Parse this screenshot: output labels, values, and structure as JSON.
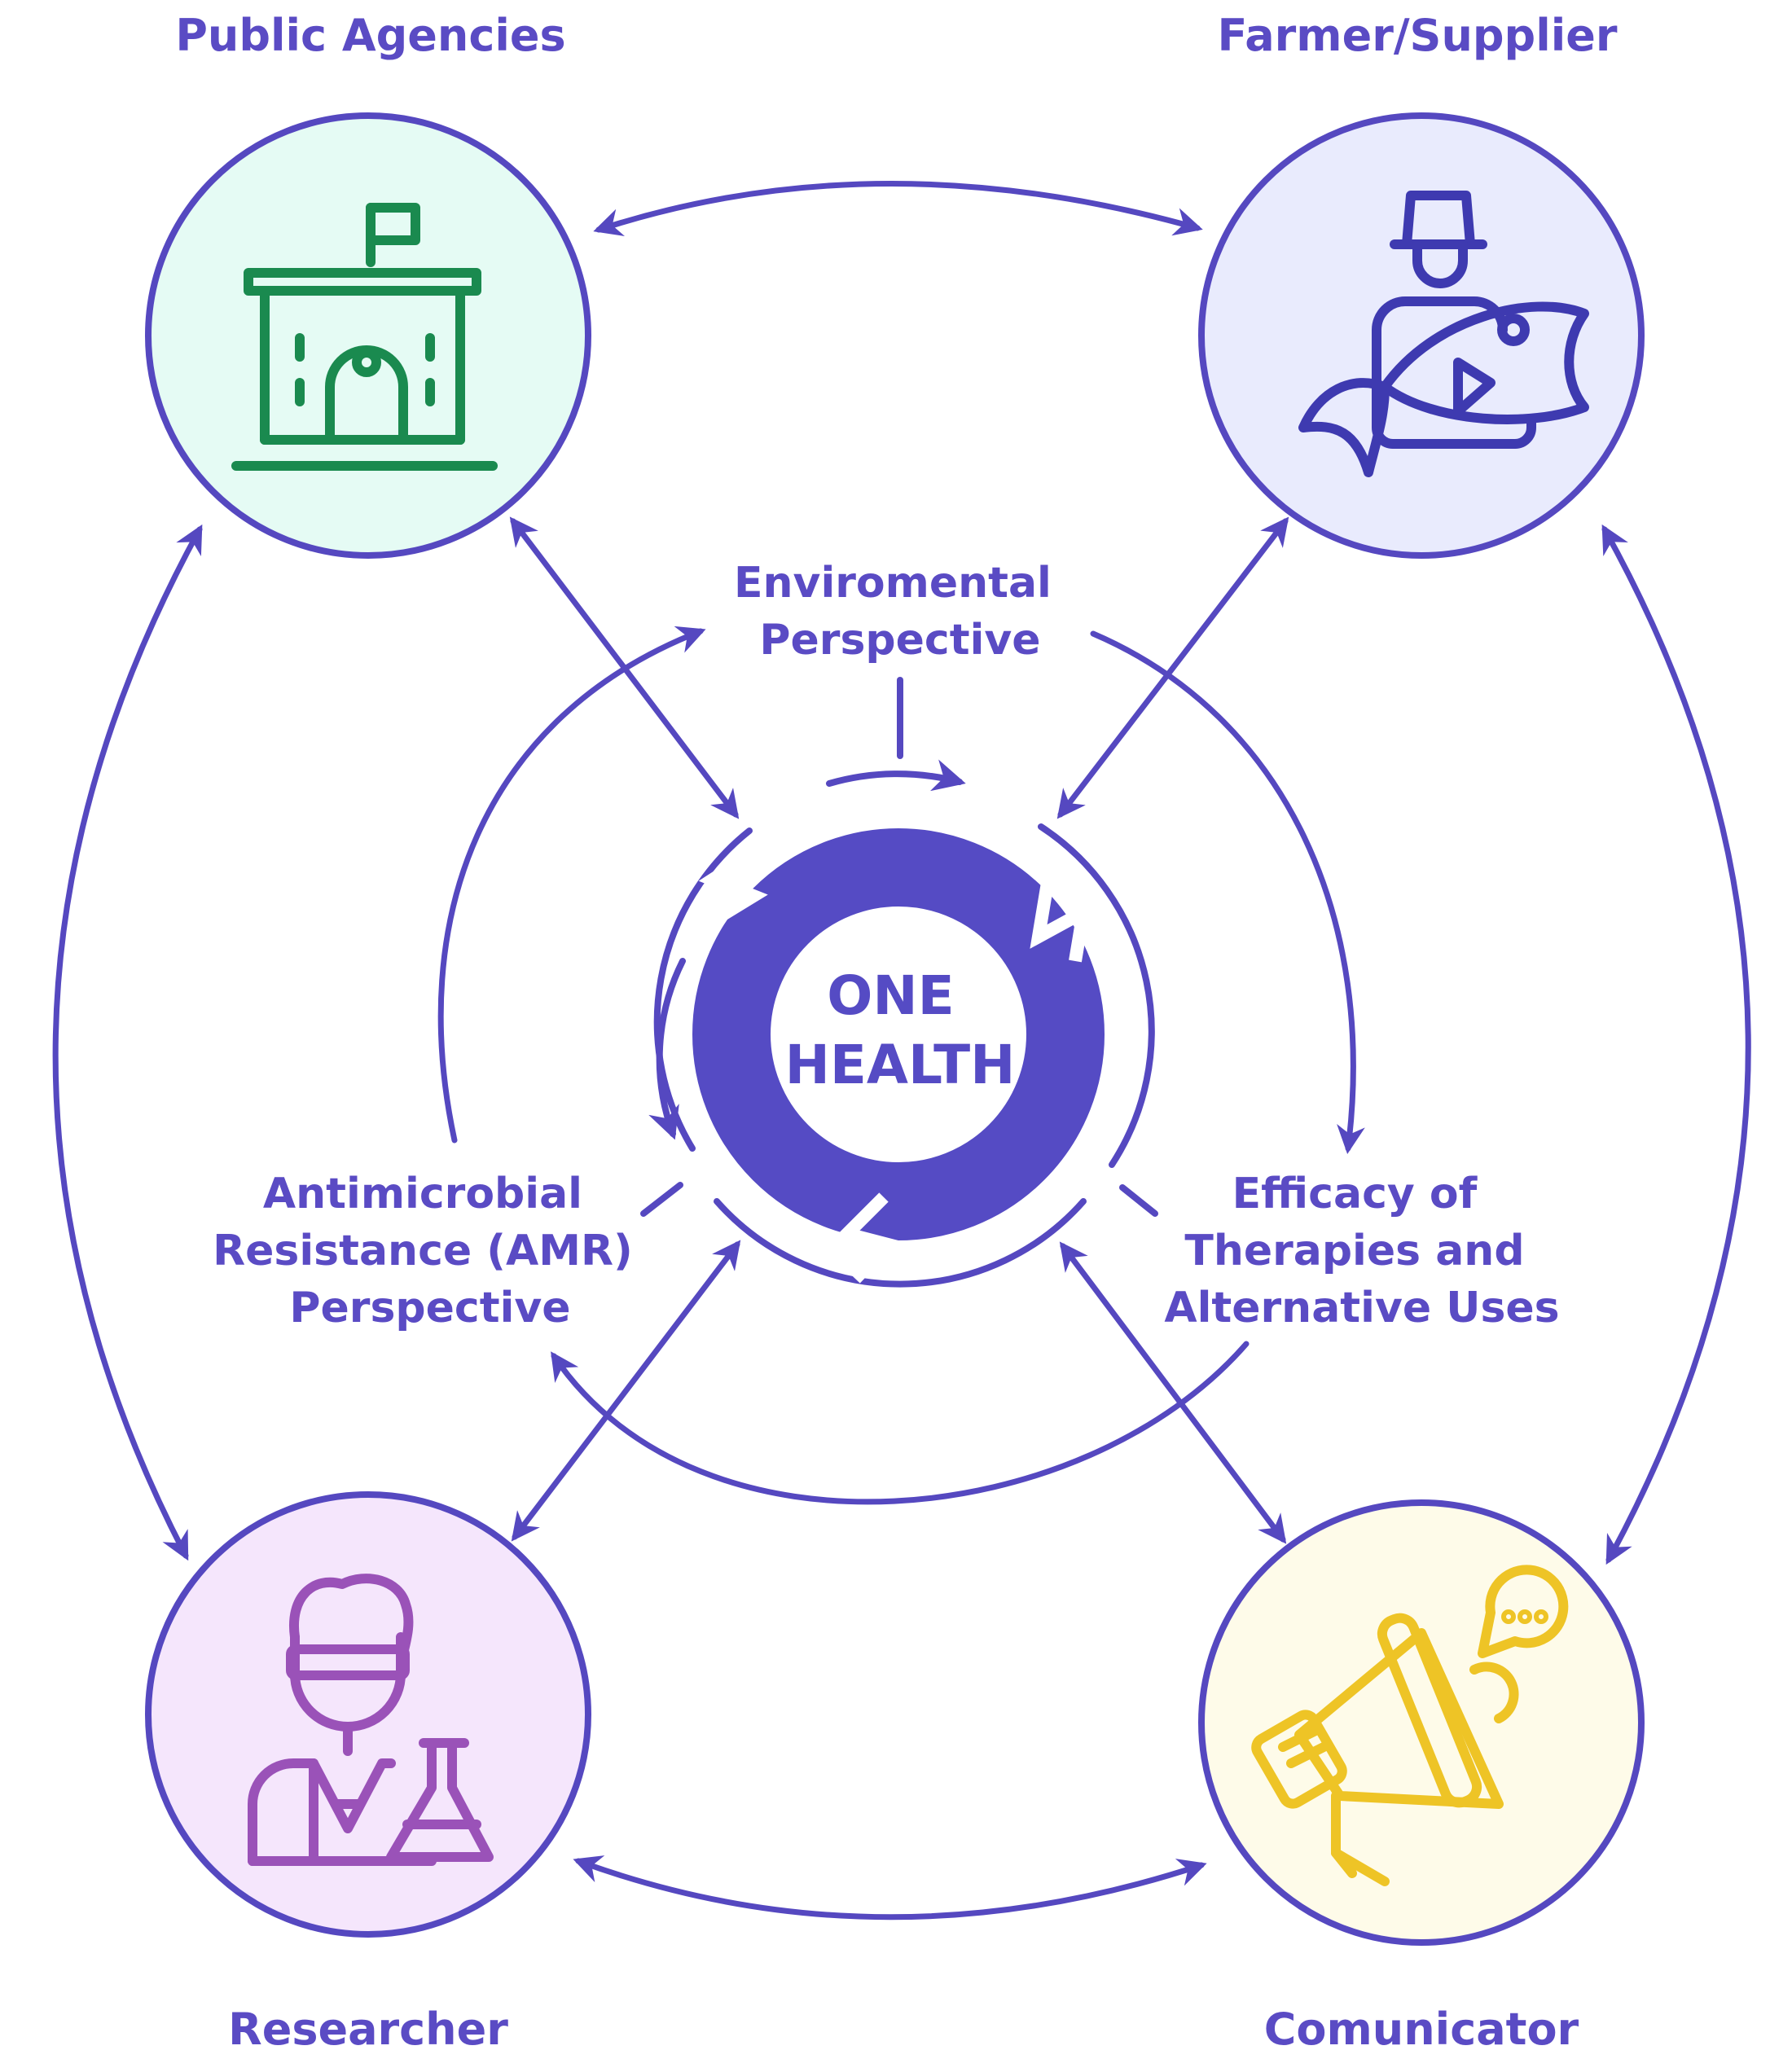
{
  "stakeholders": {
    "public_agencies": {
      "label": "Public Agencies",
      "color": "#1a8a4f",
      "fill": "#e5fbf4",
      "icon": "government-building-icon"
    },
    "farmer_supplier": {
      "label": "Farmer/Supplier",
      "color": "#3e3ab0",
      "fill": "#e9ebfd",
      "icon": "fish-farmer-icon"
    },
    "researcher": {
      "label": "Researcher",
      "color": "#9a52b8",
      "fill": "#f5e6fc",
      "icon": "scientist-icon"
    },
    "comunicator": {
      "label": "Comunicator",
      "color": "#eec426",
      "fill": "#fefbe9",
      "icon": "megaphone-icon"
    }
  },
  "perspectives": {
    "environmental": {
      "line1": "Enviromental",
      "line2": "Perspective"
    },
    "amr": {
      "line1": "Antimicrobial",
      "line2": "Resistance (AMR)",
      "line3": "Perspective"
    },
    "efficacy": {
      "line1": "Efficacy of",
      "line2": "Therapies and",
      "line3": "Alternative Uses"
    }
  },
  "center": {
    "line1": "ONE",
    "line2": "HEALTH",
    "color": "#554bc4"
  },
  "accent_color": "#5548c0"
}
